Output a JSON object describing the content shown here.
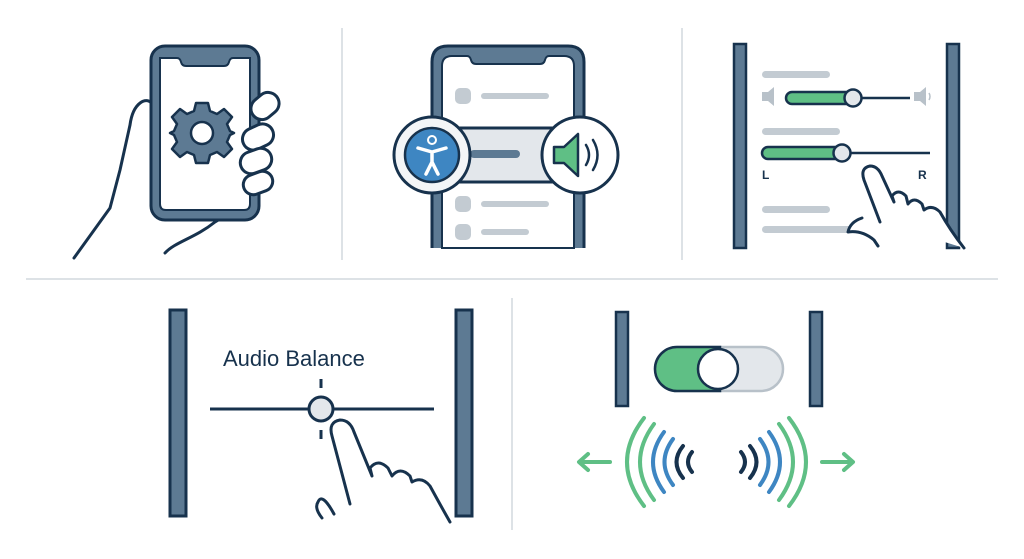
{
  "colors": {
    "navy": "#17324d",
    "slate": "#5d7a93",
    "slate_light": "#8aa0b3",
    "gray_line": "#c3cbd2",
    "gray_fill": "#e3e7eb",
    "green": "#5fbf85",
    "blue": "#3e86c2",
    "divider": "#dde2e6"
  },
  "panels": [
    {
      "id": "open-settings",
      "description": "Hand holding phone showing settings gear"
    },
    {
      "id": "accessibility-audio",
      "description": "Phone list with Accessibility item linked to Audio"
    },
    {
      "id": "volume-balance-sliders",
      "description": "Volume slider and L/R balance slider with finger"
    },
    {
      "id": "audio-balance",
      "description": "Audio Balance slider centered with finger"
    },
    {
      "id": "mono-audio-toggle",
      "description": "Toggle switch with sound waves spreading left and right"
    }
  ],
  "panel3": {
    "left_label": "L",
    "right_label": "R",
    "volume_value": 0.6,
    "balance_value": 0.5
  },
  "panel4": {
    "title": "Audio Balance",
    "balance_value": 0.5
  },
  "panel5": {
    "toggle_state": "on"
  }
}
